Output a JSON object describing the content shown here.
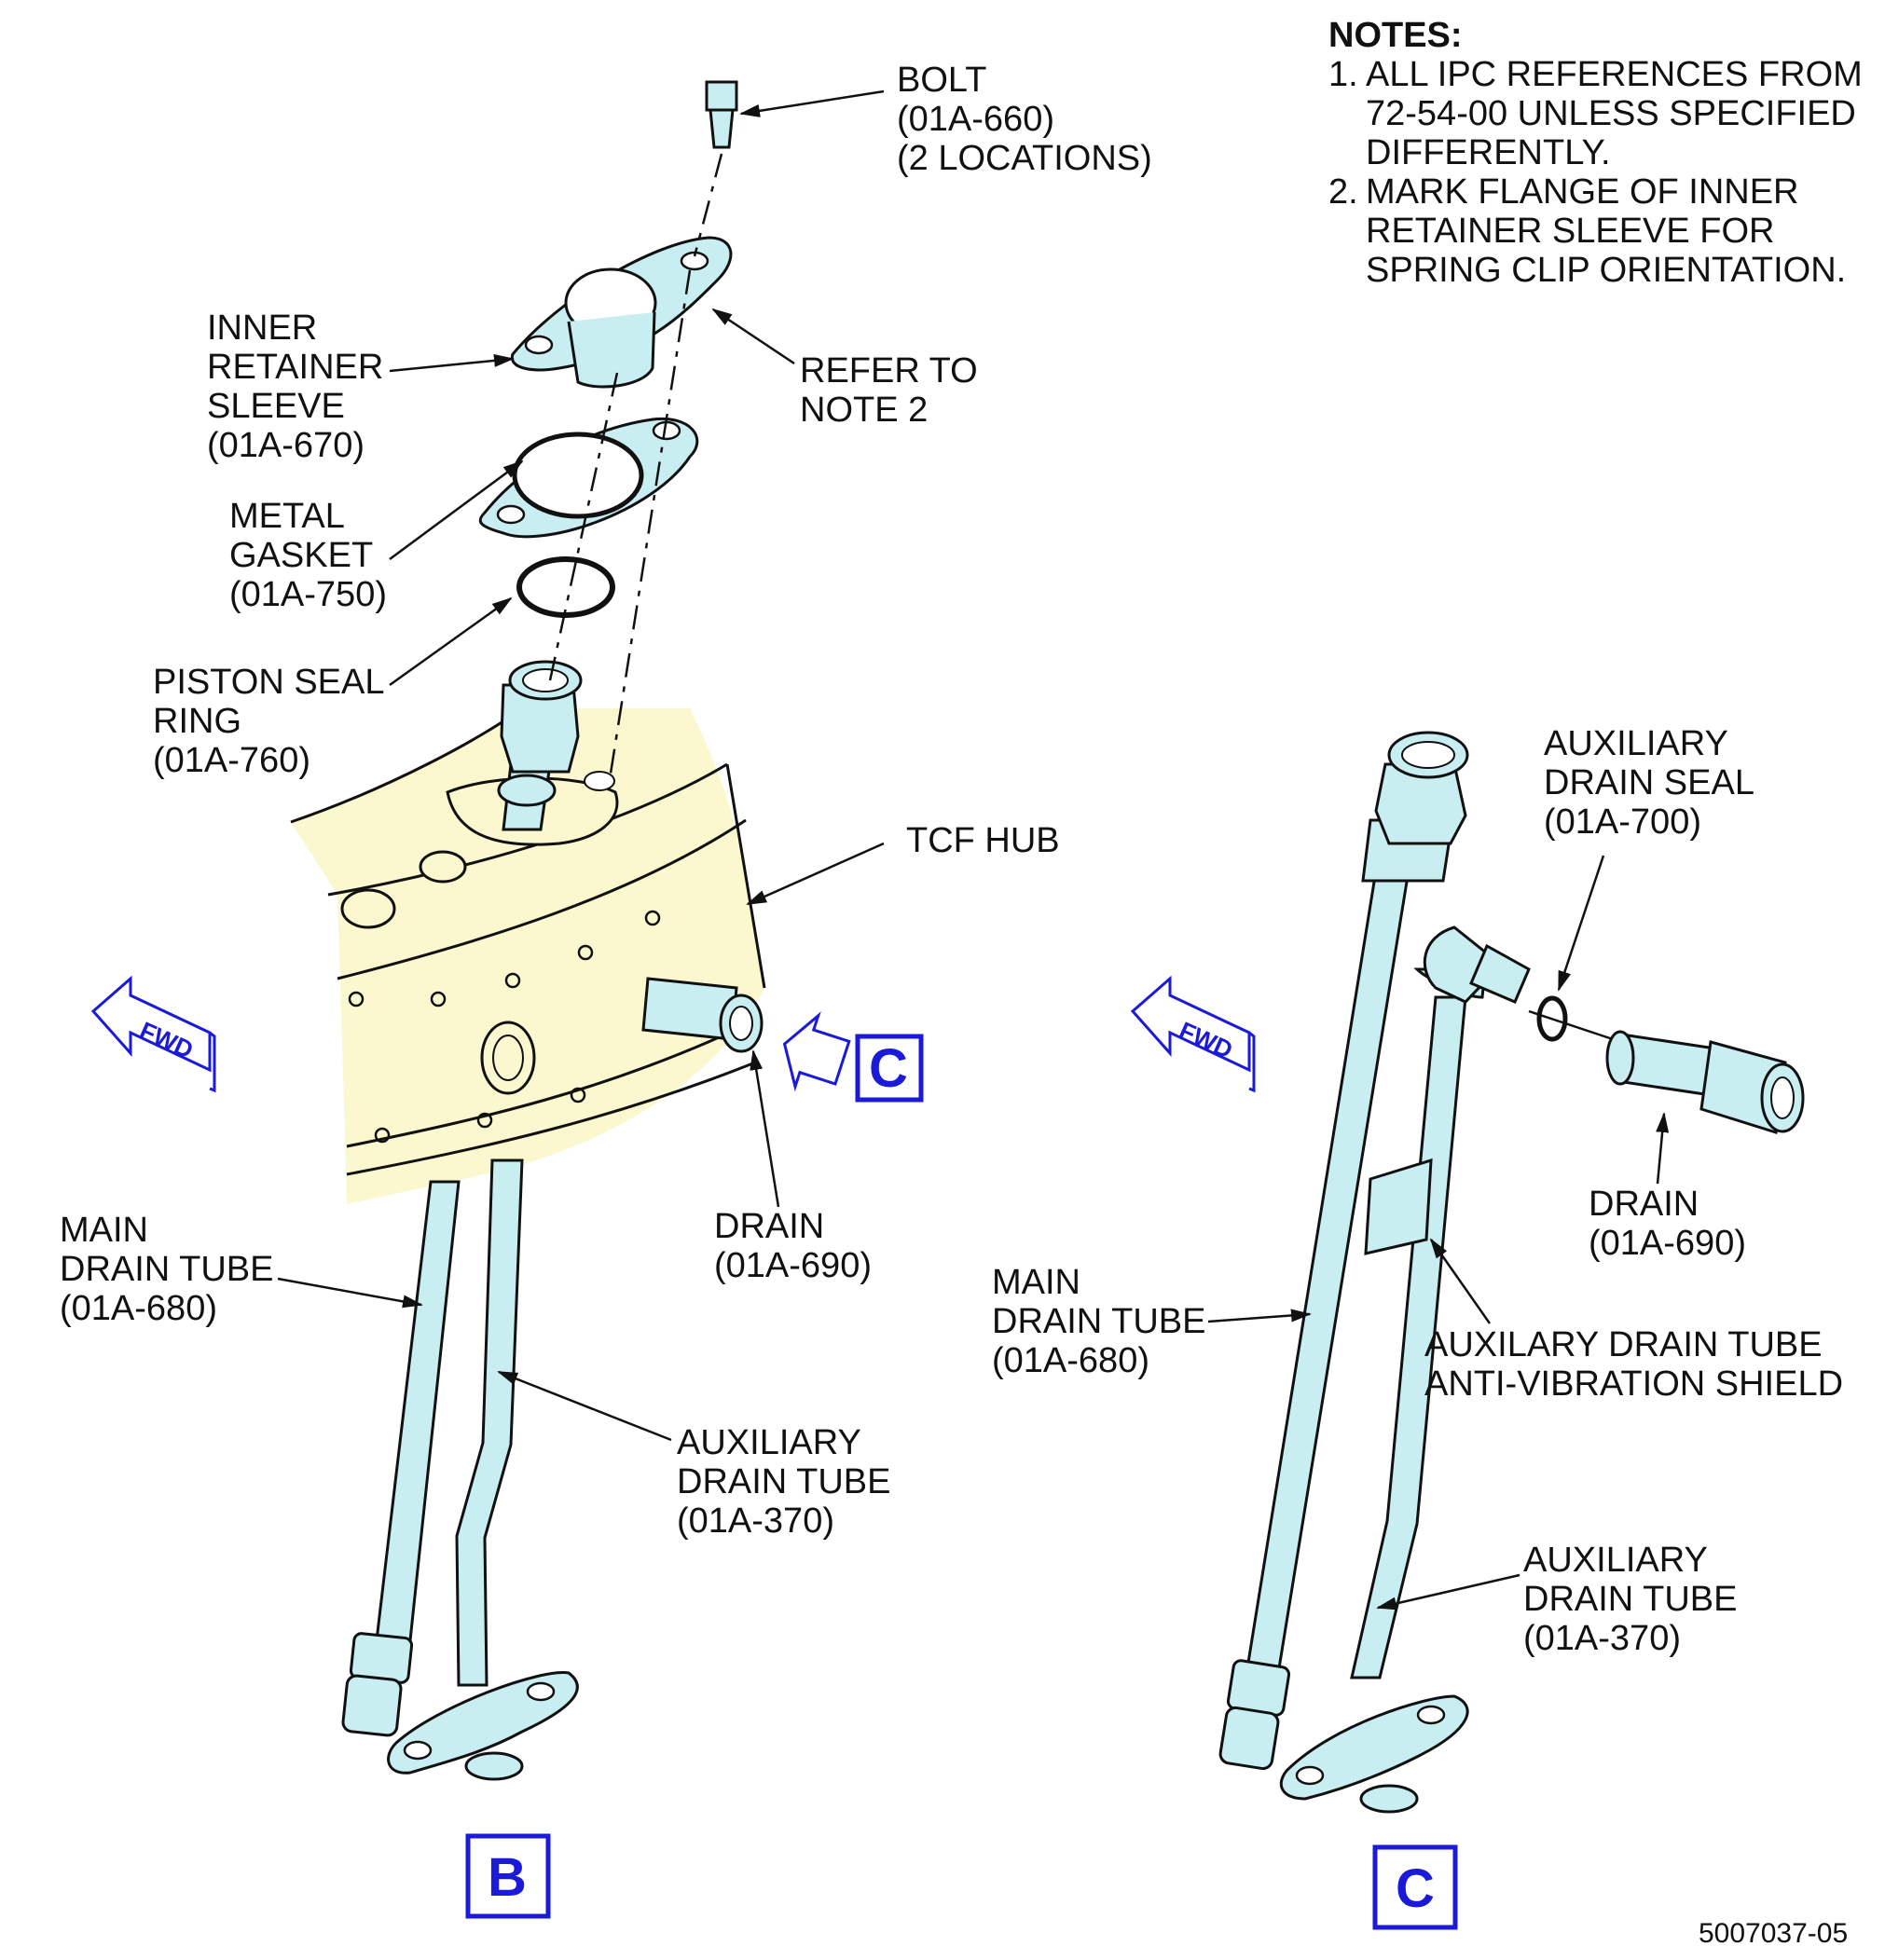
{
  "notes": {
    "title": "NOTES:",
    "items": [
      {
        "num": "1.",
        "lines": [
          "ALL IPC REFERENCES FROM",
          "72-54-00 UNLESS SPECIFIED",
          "DIFFERENTLY."
        ]
      },
      {
        "num": "2.",
        "lines": [
          "MARK FLANGE OF INNER",
          "RETAINER SLEEVE FOR",
          "SPRING CLIP ORIENTATION."
        ]
      }
    ]
  },
  "view_b": {
    "letter": "B",
    "callouts": {
      "bolt": [
        "BOLT",
        "(01A-660)",
        "(2 LOCATIONS)"
      ],
      "inner_retainer_sleeve": [
        "INNER",
        "RETAINER",
        "SLEEVE",
        "(01A-670)"
      ],
      "refer_note": [
        "REFER TO",
        "NOTE 2"
      ],
      "metal_gasket": [
        "METAL",
        "GASKET",
        "(01A-750)"
      ],
      "piston_seal_ring": [
        "PISTON SEAL",
        "RING",
        "(01A-760)"
      ],
      "tcf_hub": [
        "TCF HUB"
      ],
      "drain": [
        "DRAIN",
        "(01A-690)"
      ],
      "main_drain_tube": [
        "MAIN",
        "DRAIN TUBE",
        "(01A-680)"
      ],
      "auxiliary_drain_tube": [
        "AUXILIARY",
        "DRAIN TUBE",
        "(01A-370)"
      ]
    },
    "view_ref": "C",
    "fwd_label": "FWD"
  },
  "view_c": {
    "letter": "C",
    "callouts": {
      "auxiliary_drain_seal": [
        "AUXILIARY",
        "DRAIN SEAL",
        "(01A-700)"
      ],
      "drain": [
        "DRAIN",
        "(01A-690)"
      ],
      "main_drain_tube": [
        "MAIN",
        "DRAIN TUBE",
        "(01A-680)"
      ],
      "anti_vibration_shield": [
        "AUXILARY DRAIN TUBE",
        "ANTI-VIBRATION SHIELD"
      ],
      "auxiliary_drain_tube": [
        "AUXILIARY",
        "DRAIN TUBE",
        "(01A-370)"
      ]
    },
    "fwd_label": "FWD"
  },
  "figure_id": "5007037-05",
  "colors": {
    "part_fill": "#c9eef2",
    "hub_fill": "#fbf7cf",
    "view_marker": "#1a1ad8",
    "line": "#111111"
  }
}
